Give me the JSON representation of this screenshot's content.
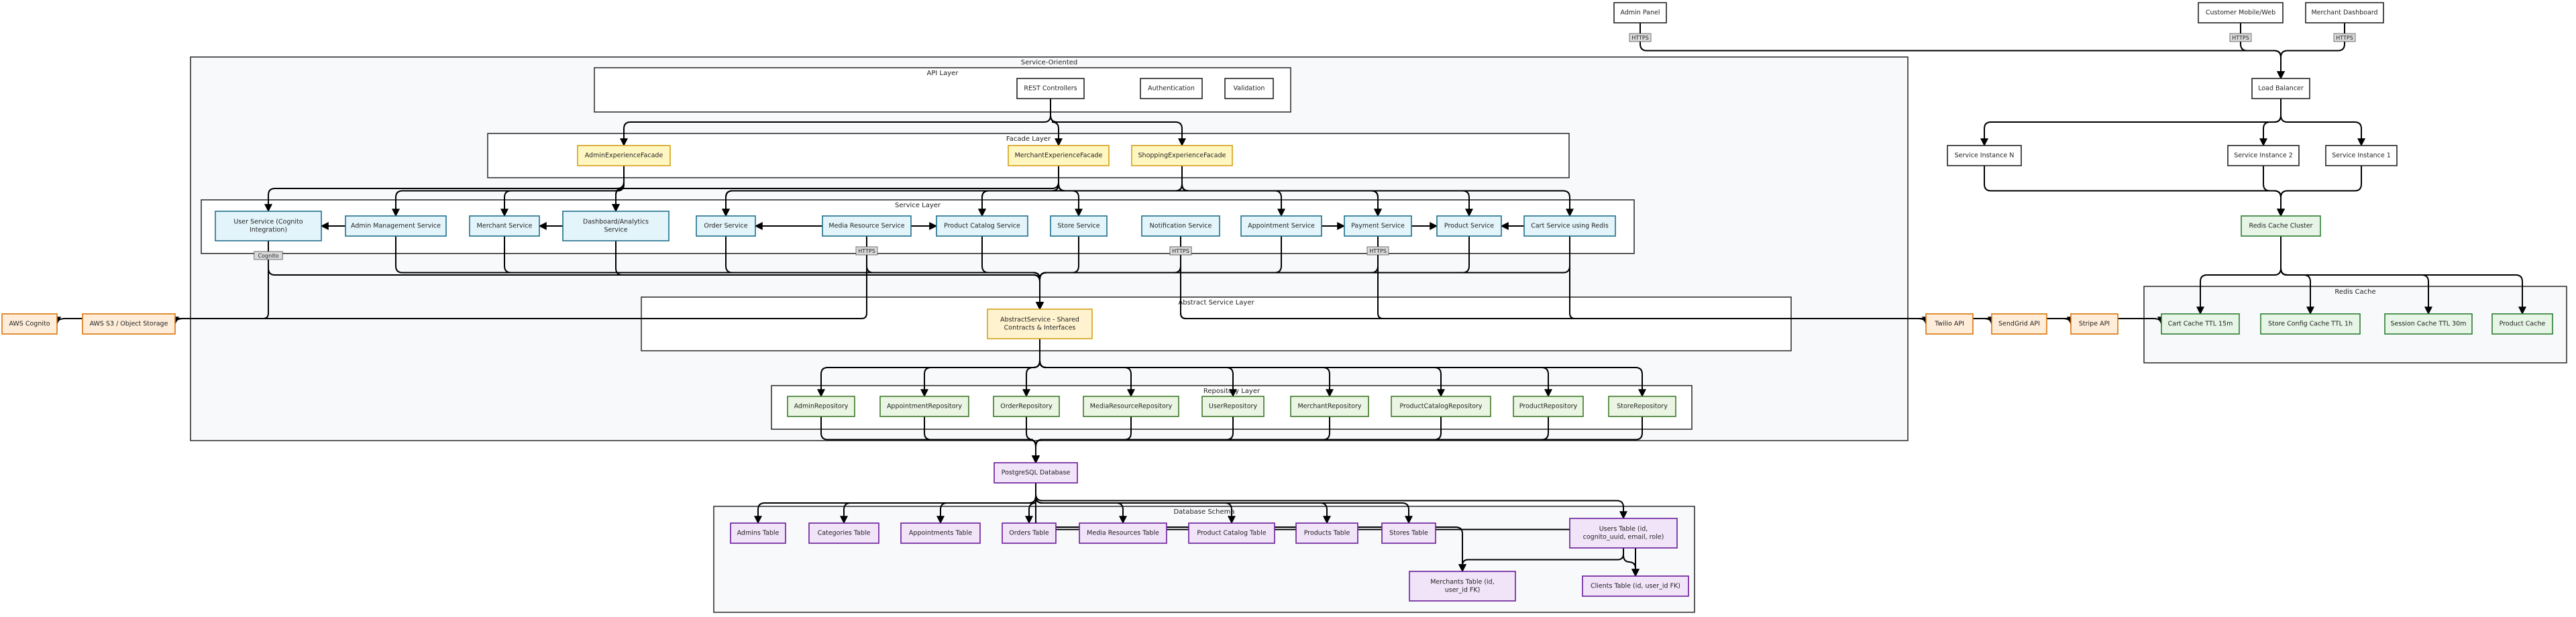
{
  "colors": {
    "plain": {
      "fill": "#ffffff",
      "stroke": "#222222"
    },
    "facade": {
      "fill": "#fff7c2",
      "stroke": "#d4a017"
    },
    "service": {
      "fill": "#e3f4fb",
      "stroke": "#1f6f8b"
    },
    "abstract": {
      "fill": "#fff3cf",
      "stroke": "#d4a017"
    },
    "repo": {
      "fill": "#eaf6e3",
      "stroke": "#3d7a2a"
    },
    "db": {
      "fill": "#f1e3f8",
      "stroke": "#6a1b9a"
    },
    "external": {
      "fill": "#ffedd9",
      "stroke": "#d9750a"
    },
    "cache": {
      "fill": "#e6f5e6",
      "stroke": "#2e7d32"
    },
    "edge": "#000000"
  },
  "clusters": {
    "service_oriented": "Service-Oriented",
    "api_layer": "API Layer",
    "facade_layer": "Facade Layer",
    "service_layer": "Service Layer",
    "abstract_service_layer": "Abstract Service Layer",
    "repository_layer": "Repository Layer",
    "database_schema": "Database Schema",
    "redis_cache": "Redis Cache"
  },
  "nodes": {
    "admin_panel": {
      "label": [
        "Admin Panel"
      ]
    },
    "customer_app": {
      "label": [
        "Customer Mobile/Web"
      ]
    },
    "merchant_dashboard": {
      "label": [
        "Merchant Dashboard"
      ]
    },
    "load_balancer": {
      "label": [
        "Load Balancer"
      ]
    },
    "instance_n": {
      "label": [
        "Service Instance N"
      ]
    },
    "instance_2": {
      "label": [
        "Service Instance 2"
      ]
    },
    "instance_1": {
      "label": [
        "Service Instance 1"
      ]
    },
    "redis_cluster": {
      "label": [
        "Redis Cache Cluster"
      ]
    },
    "rest_controllers": {
      "label": [
        "REST Controllers"
      ]
    },
    "authentication": {
      "label": [
        "Authentication"
      ]
    },
    "validation": {
      "label": [
        "Validation"
      ]
    },
    "admin_facade": {
      "label": [
        "AdminExperienceFacade"
      ]
    },
    "merchant_facade": {
      "label": [
        "MerchantExperienceFacade"
      ]
    },
    "shopping_facade": {
      "label": [
        "ShoppingExperienceFacade"
      ]
    },
    "user_service": {
      "label": [
        "User Service (Cognito",
        "Integration)"
      ]
    },
    "admin_mgmt_service": {
      "label": [
        "Admin Management Service"
      ]
    },
    "merchant_service": {
      "label": [
        "Merchant Service"
      ]
    },
    "dashboard_service": {
      "label": [
        "Dashboard/Analytics",
        "Service"
      ]
    },
    "order_service": {
      "label": [
        "Order Service"
      ]
    },
    "media_service": {
      "label": [
        "Media Resource Service"
      ]
    },
    "catalog_service": {
      "label": [
        "Product Catalog Service"
      ]
    },
    "store_service": {
      "label": [
        "Store Service"
      ]
    },
    "notification_service": {
      "label": [
        "Notification Service"
      ]
    },
    "appointment_service": {
      "label": [
        "Appointment Service"
      ]
    },
    "payment_service": {
      "label": [
        "Payment Service"
      ]
    },
    "product_service": {
      "label": [
        "Product Service"
      ]
    },
    "cart_service": {
      "label": [
        "Cart Service using Redis"
      ]
    },
    "abstract_service": {
      "label": [
        "AbstractService - Shared",
        "Contracts & Interfaces"
      ]
    },
    "admin_repo": {
      "label": [
        "AdminRepository"
      ]
    },
    "appointment_repo": {
      "label": [
        "AppointmentRepository"
      ]
    },
    "order_repo": {
      "label": [
        "OrderRepository"
      ]
    },
    "media_repo": {
      "label": [
        "MediaResourceRepository"
      ]
    },
    "user_repo": {
      "label": [
        "UserRepository"
      ]
    },
    "merchant_repo": {
      "label": [
        "MerchantRepository"
      ]
    },
    "catalog_repo": {
      "label": [
        "ProductCatalogRepository"
      ]
    },
    "product_repo": {
      "label": [
        "ProductRepository"
      ]
    },
    "store_repo": {
      "label": [
        "StoreRepository"
      ]
    },
    "postgres": {
      "label": [
        "PostgreSQL Database"
      ]
    },
    "admins_table": {
      "label": [
        "Admins Table"
      ]
    },
    "categories_table": {
      "label": [
        "Categories Table"
      ]
    },
    "appointments_table": {
      "label": [
        "Appointments Table"
      ]
    },
    "orders_table": {
      "label": [
        "Orders Table"
      ]
    },
    "media_table": {
      "label": [
        "Media Resources Table"
      ]
    },
    "catalog_table": {
      "label": [
        "Product Catalog Table"
      ]
    },
    "products_table": {
      "label": [
        "Products Table"
      ]
    },
    "stores_table": {
      "label": [
        "Stores Table"
      ]
    },
    "users_table": {
      "label": [
        "Users Table (id,",
        "cognito_uuid, email, role)"
      ]
    },
    "merchants_table": {
      "label": [
        "Merchants Table (id,",
        "user_id FK)"
      ]
    },
    "clients_table": {
      "label": [
        "Clients Table (id, user_id FK)"
      ]
    },
    "aws_cognito": {
      "label": [
        "AWS Cognito"
      ]
    },
    "aws_s3": {
      "label": [
        "AWS S3 / Object Storage"
      ]
    },
    "twilio": {
      "label": [
        "Twilio API"
      ]
    },
    "sendgrid": {
      "label": [
        "SendGrid API"
      ]
    },
    "stripe": {
      "label": [
        "Stripe API"
      ]
    },
    "cart_cache": {
      "label": [
        "Cart Cache TTL 15m"
      ]
    },
    "store_cache": {
      "label": [
        "Store Config Cache TTL 1h"
      ]
    },
    "session_cache": {
      "label": [
        "Session Cache TTL 30m"
      ]
    },
    "product_cache": {
      "label": [
        "Product Cache"
      ]
    }
  },
  "edge_labels": {
    "https": "HTTPS",
    "cognito": "Cognito"
  }
}
